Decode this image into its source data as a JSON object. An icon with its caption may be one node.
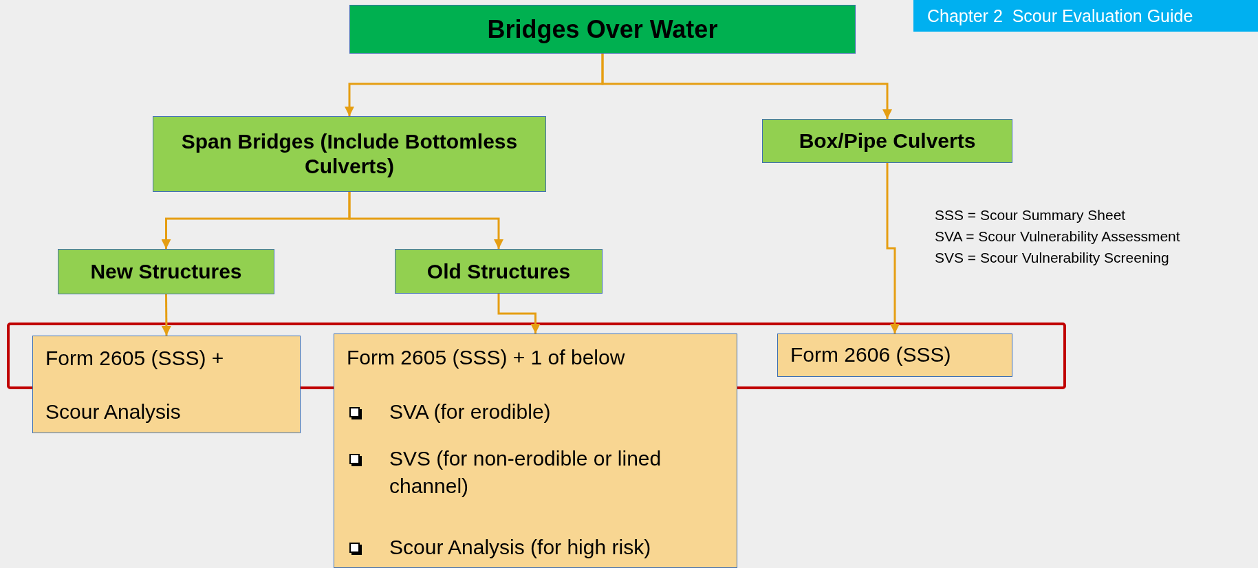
{
  "diagram": {
    "title": "Chapter 2  Scour Evaluation Guide",
    "nodes": [
      {
        "text": [
          "Bridges Over Water"
        ]
      },
      {
        "text": [
          "Span Bridges (Include Bottomless Culverts)"
        ]
      },
      {
        "text": [
          "Box/Pipe Culverts"
        ]
      },
      {
        "text": [
          "New Structures"
        ]
      },
      {
        "text": [
          "Old Structures"
        ]
      },
      {
        "text": [
          "Form 2605 (SSS) +",
          "Scour Analysis"
        ]
      },
      {
        "text": [
          "Form 2605 (SSS) + 1 of below",
          "SVA (for erodible)",
          "SVS (for non-erodible or lined channel)",
          "Scour Analysis (for high risk)"
        ]
      },
      {
        "text": [
          "Form 2606 (SSS)"
        ]
      }
    ],
    "edges": [
      {
        "from": 0,
        "to": 1,
        "arrow": "to"
      },
      {
        "from": 0,
        "to": 2,
        "arrow": "to"
      },
      {
        "from": 1,
        "to": 3,
        "arrow": "to"
      },
      {
        "from": 1,
        "to": 4,
        "arrow": "to"
      },
      {
        "from": 3,
        "to": 5,
        "arrow": "to"
      },
      {
        "from": 4,
        "to": 6,
        "arrow": "to"
      },
      {
        "from": 2,
        "to": 7,
        "arrow": "to"
      }
    ],
    "labels": [
      "SSS = Scour Summary Sheet",
      "SVA = Scour Vulnerability Assessment",
      "SVS = Scour Vulnerability Screening"
    ]
  }
}
